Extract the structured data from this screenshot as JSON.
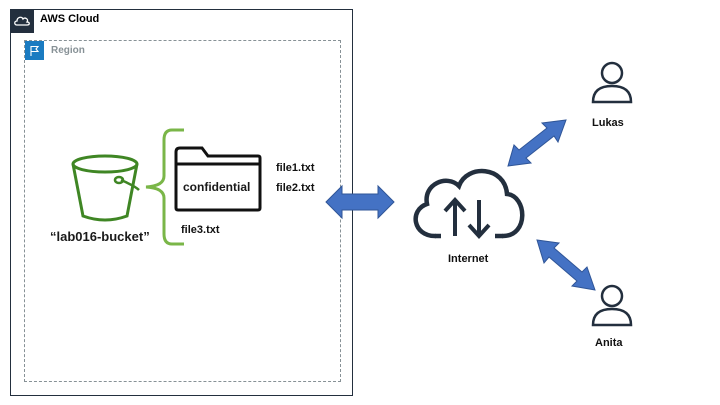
{
  "aws_cloud": {
    "title": "AWS Cloud"
  },
  "region": {
    "title": "Region"
  },
  "bucket": {
    "name": "“lab016-bucket”"
  },
  "folder": {
    "name": "confidential"
  },
  "files": {
    "file1": "file1.txt",
    "file2": "file2.txt",
    "file3": "file3.txt"
  },
  "internet": {
    "label": "Internet"
  },
  "users": {
    "lukas": "Lukas",
    "anita": "Anita"
  },
  "colors": {
    "aws_dark": "#232f3e",
    "region_blue": "#1a7bc1",
    "region_border": "#879196",
    "s3_green": "#3f8624",
    "brace_green": "#7ab648",
    "arrow_blue": "#4472c4",
    "icon_dark": "#232f3e"
  },
  "icons": {
    "aws_logo": "aws-cloud-logo-icon",
    "region_flag": "region-flag-icon",
    "bucket": "s3-bucket-icon",
    "folder": "folder-icon",
    "cloud": "internet-cloud-icon",
    "user": "user-icon"
  }
}
